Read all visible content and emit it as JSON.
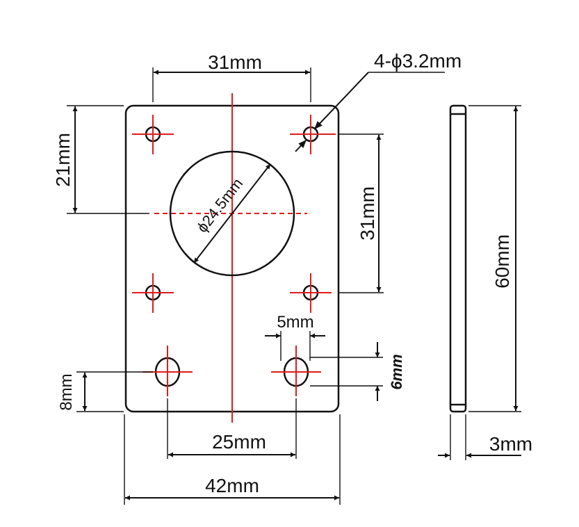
{
  "dimensions": {
    "top_hole_spacing": "31mm",
    "hole_spec": "4-ϕ3.2mm",
    "top_edge_offset": "21mm",
    "vertical_hole_spacing": "31mm",
    "center_bore": "ϕ24.5mm",
    "overall_height": "60mm",
    "slot_width": "5mm",
    "slot_length": "6mm",
    "bottom_offset": "8mm",
    "slot_spacing": "25mm",
    "overall_width": "42mm",
    "thickness": "3mm"
  },
  "colors": {
    "outline": "#111111",
    "centerline": "#e01b1b"
  }
}
